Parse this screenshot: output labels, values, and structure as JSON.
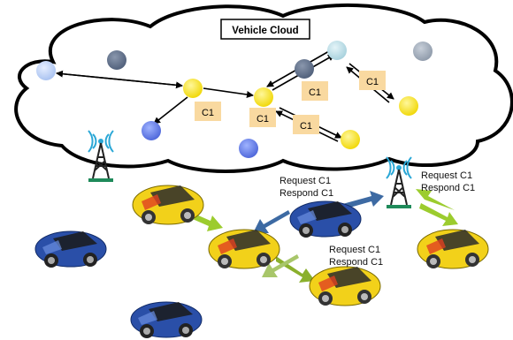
{
  "cloud": {
    "title": "Vehicle Cloud",
    "c1_labels": [
      "C1",
      "C1",
      "C1",
      "C1",
      "C1"
    ]
  },
  "messages": {
    "left": [
      "Request C1",
      "Respond C1"
    ],
    "right": [
      "Request C1",
      "Respond C1"
    ],
    "middle": [
      "Request C1",
      "Respond C1"
    ]
  },
  "colors": {
    "yellow_node": "#f5e20c",
    "blue_node": "#5a78e8",
    "light_blue_node": "#b9d0f5",
    "slate_node": "#5e6f8a",
    "gray_node": "#9aa6b4",
    "cyan_node": "#b8dce6",
    "c1_box": "#f9d9a0",
    "tower": "#1f8a5a",
    "green_arrow": "#9ccc2e",
    "blue_arrow": "#3d6aa3",
    "car_yellow": "#f2d11a",
    "car_blue": "#2a4fa8"
  },
  "icons": [
    "tower-icon",
    "car-icon"
  ]
}
